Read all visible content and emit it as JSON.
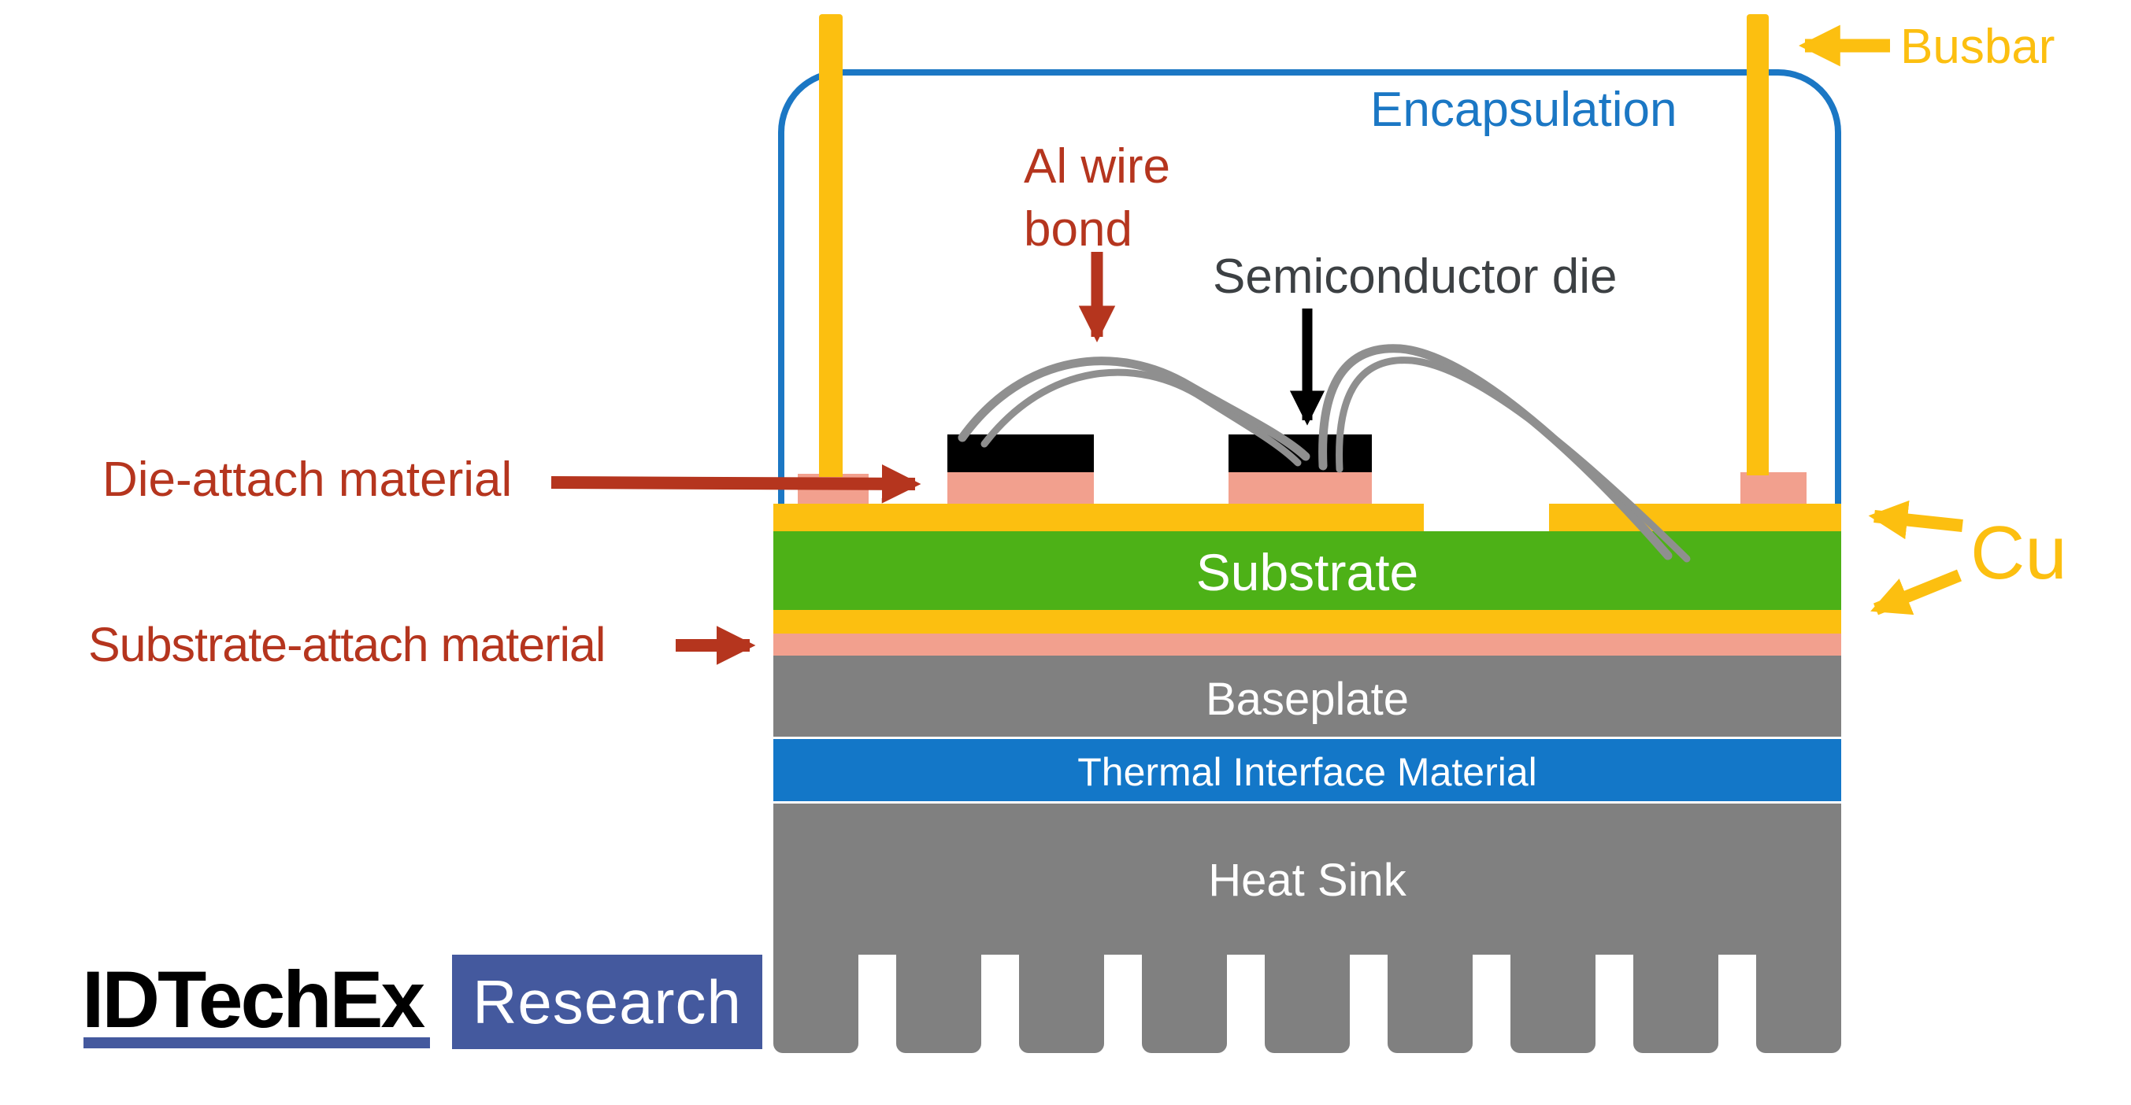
{
  "diagram": {
    "title_labels": {
      "busbar": "Busbar",
      "encapsulation": "Encapsulation",
      "al_wire_bond_line1": "Al wire",
      "al_wire_bond_line2": "bond",
      "semiconductor_die": "Semiconductor die",
      "die_attach": "Die-attach material",
      "substrate_attach": "Substrate-attach material",
      "cu": "Cu"
    },
    "layers": {
      "substrate": "Substrate",
      "baseplate": "Baseplate",
      "thermal_interface_material": "Thermal Interface Material",
      "heat_sink": "Heat Sink"
    },
    "colors": {
      "copper_yellow": "#fcbf10",
      "substrate_green": "#4db117",
      "attach_pink": "#f2a08e",
      "baseplate_gray": "#808080",
      "tim_blue": "#1377c8",
      "encapsulation_blue": "#1b77c4",
      "annotation_red": "#b5351e",
      "wire_gray": "#8f8f8f",
      "die_black": "#000000",
      "die_label_gray": "#3c4043"
    },
    "structure": {
      "heat_sink_fins": 9,
      "dies": 2,
      "busbars": 2
    }
  },
  "logo": {
    "brand": "IDTechEx",
    "suffix": "Research"
  }
}
